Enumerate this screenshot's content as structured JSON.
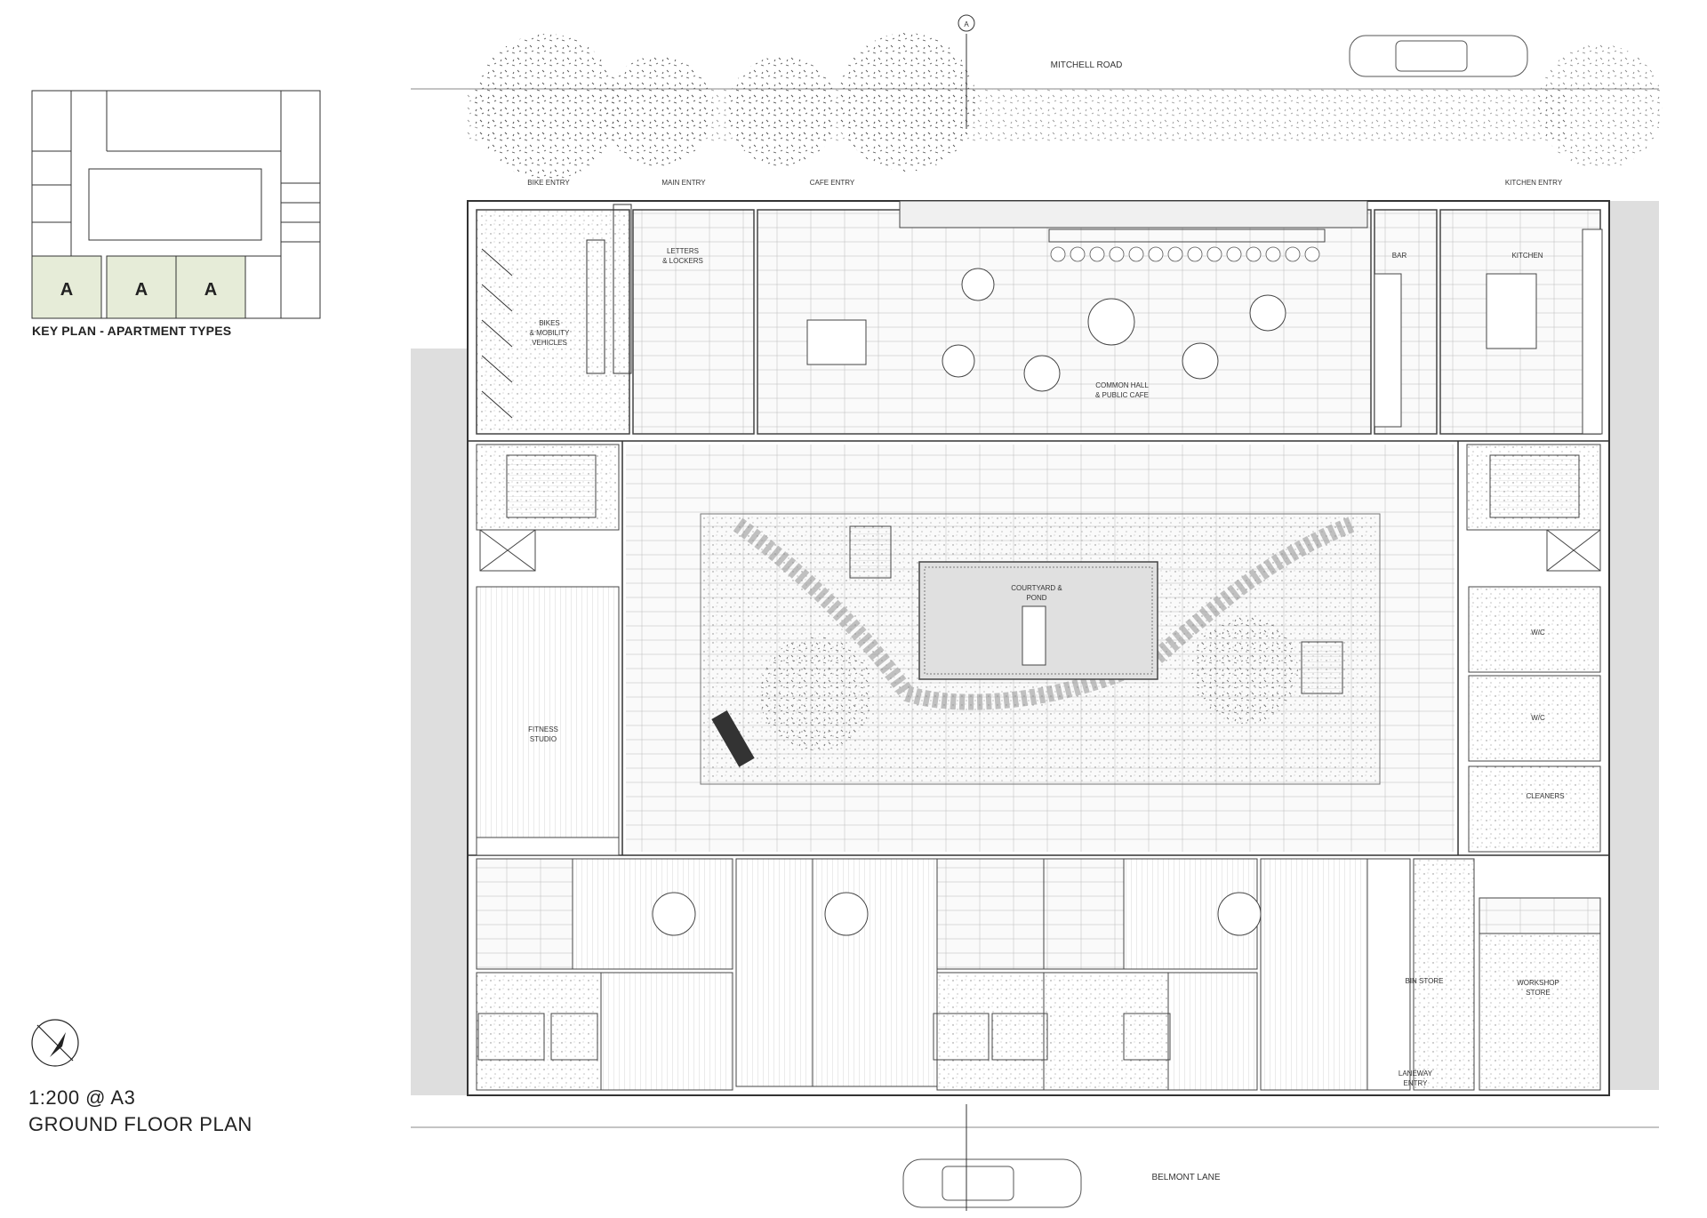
{
  "key_plan": {
    "label": "KEY PLAN - APARTMENT TYPES",
    "unit_labels": [
      "A",
      "A",
      "A"
    ],
    "unit_fill": "#e6ecd8"
  },
  "drawing": {
    "scale": "1:200 @ A3",
    "title": "GROUND FLOOR PLAN",
    "section_marker": "A"
  },
  "streets": {
    "north": "MITCHELL ROAD",
    "south": "BELMONT LANE"
  },
  "entries": {
    "bike": "BIKE ENTRY",
    "main": "MAIN ENTRY",
    "cafe": "CAFE ENTRY",
    "kitchen": "KITCHEN ENTRY",
    "laneway": [
      "LANEWAY",
      "ENTRY"
    ]
  },
  "rooms": {
    "letters": [
      "LETTERS",
      "& LOCKERS"
    ],
    "bikes": [
      "BIKES",
      "& MOBILITY",
      "VEHICLES"
    ],
    "bar": "BAR",
    "kitchen": "KITCHEN",
    "common_hall": [
      "COMMON HALL",
      "& PUBLIC CAFE"
    ],
    "courtyard": [
      "COURTYARD &",
      "POND"
    ],
    "fitness": [
      "FITNESS",
      "STUDIO"
    ],
    "wc": "W/C",
    "cleaners": "CLEANERS",
    "bin_store": "BIN STORE",
    "workshop": [
      "WORKSHOP",
      "STORE"
    ]
  }
}
